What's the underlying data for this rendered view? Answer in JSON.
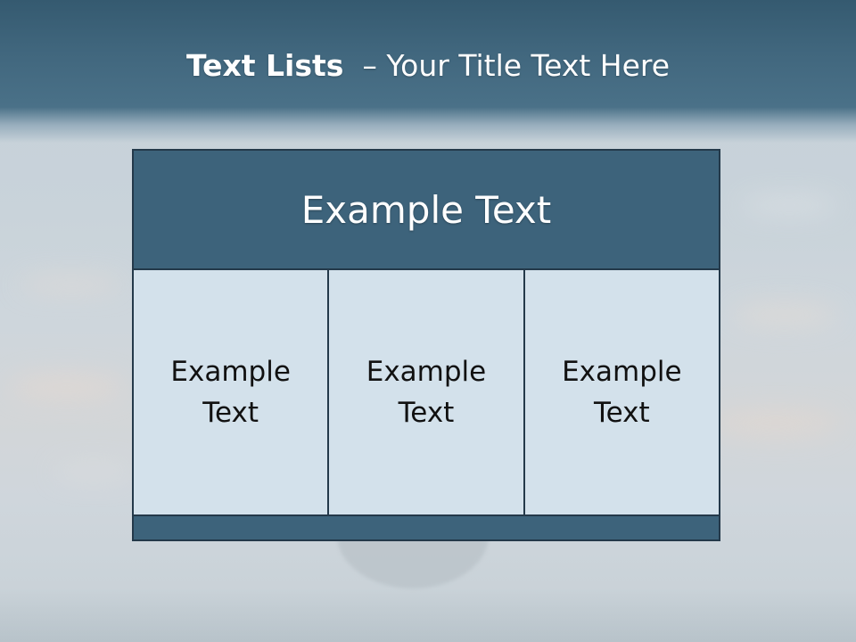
{
  "slide": {
    "title_bold": "Text Lists",
    "title_rest": "– Your Title Text Here"
  },
  "panel": {
    "header": "Example Text",
    "cells": [
      {
        "label": "Example Text"
      },
      {
        "label": "Example Text"
      },
      {
        "label": "Example Text"
      }
    ]
  },
  "colors": {
    "title_band": "#41677e",
    "header_fill": "#3d637b",
    "cell_fill": "#d3e1eb",
    "border": "#24394a"
  }
}
